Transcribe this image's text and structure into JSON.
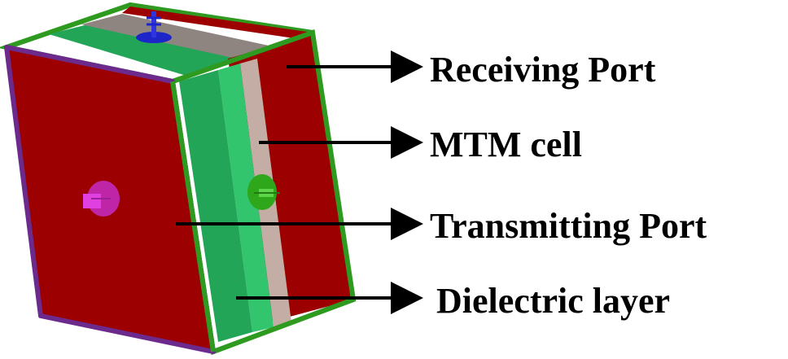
{
  "labels": {
    "receiving_port": "Receiving Port",
    "mtm_cell": "MTM cell",
    "transmitting_port": "Transmitting Port",
    "dielectric_layer": "Dielectric layer"
  },
  "colors": {
    "port_face": "#9c0000",
    "dielectric": "#23a558",
    "dielectric_light": "#33c46e",
    "mtm_cell": "#c4ada4",
    "mtm_top": "#8f8580",
    "frame_edge": "#2e9a1f",
    "box_outline": "#6c2a8c",
    "pin_left": "#c42bc4",
    "pin_center": "#2ea81a",
    "pin_top": "#1d25c8",
    "arrow": "#000000"
  }
}
